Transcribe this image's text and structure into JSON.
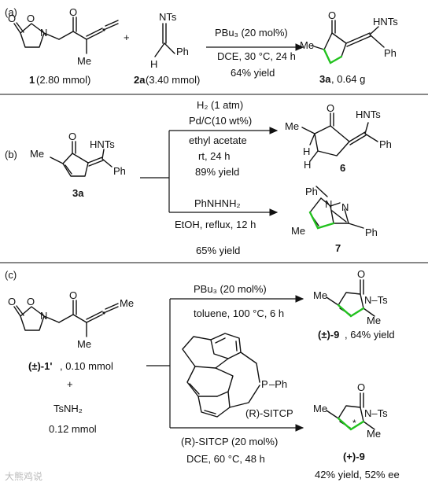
{
  "panels": {
    "a": {
      "label": "(a)",
      "reactant1": {
        "number": "1",
        "amount": " (2.80 mmol)"
      },
      "plus": "+",
      "reactant2": {
        "nts": "NTs",
        "h": "H",
        "ph": "Ph",
        "number": "2a",
        "amount": " (3.40 mmol)"
      },
      "conditions": [
        "PBu₃ (20 mol%)",
        "DCE, 30 °C, 24 h",
        "64% yield"
      ],
      "product": {
        "nhts": "HNTs",
        "me": "Me",
        "ph": "Ph",
        "number": "3a",
        "amount": ", 0.64 g"
      }
    },
    "b": {
      "label": "(b)",
      "substrate": {
        "me": "Me",
        "nhts": "HNTs",
        "ph": "Ph",
        "number": "3a"
      },
      "route1": {
        "above": [
          "H₂ (1 atm)",
          "Pd/C(10 wt%)"
        ],
        "below": [
          "ethyl acetate",
          "rt, 24 h",
          "89% yield"
        ],
        "product": {
          "me": "Me",
          "nhts": "HNTs",
          "ph": "Ph",
          "h1": "H",
          "h2": "H",
          "number": "6"
        }
      },
      "route2": {
        "above": [
          "PhNHNH₂"
        ],
        "below": [
          "EtOH, reflux, 12 h",
          "65% yield"
        ],
        "product": {
          "ph_n": "Ph",
          "n1": "N",
          "n2": "N",
          "me": "Me",
          "ph": "Ph",
          "number": "7"
        }
      }
    },
    "c": {
      "label": "(c)",
      "substrate": {
        "me1": "Me",
        "me2": "Me",
        "name": "(±)-1'",
        "amount": ", 0.10 mmol"
      },
      "plus": "+",
      "reagent": {
        "name": "TsNH₂",
        "amount": "0.12 mmol"
      },
      "route1": {
        "above": [
          "PBu₃ (20 mol%)"
        ],
        "below": [
          "toluene, 100 °C, 6 h"
        ],
        "product": {
          "me1": "Me",
          "me2": "Me",
          "nts": "N–Ts",
          "label": "(±)-9",
          "yield": ", 64% yield"
        }
      },
      "catalyst": {
        "p": "P",
        "ph": "–Ph",
        "name": "(R)-SITCP"
      },
      "route2": {
        "below": [
          "(R)-SITCP (20 mol%)",
          "DCE, 60 °C, 48 h"
        ],
        "product": {
          "me1": "Me",
          "me2": "Me",
          "nts": "N–Ts",
          "star": "*",
          "label": "(+)-9",
          "yield": "42% yield, 52% ee"
        }
      }
    }
  },
  "watermark": "大熊鸡说"
}
